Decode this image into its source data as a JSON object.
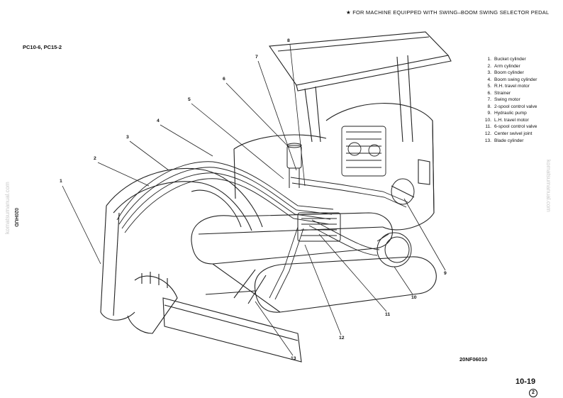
{
  "header": {
    "note": "★ FOR MACHINE EQUIPPED WITH SWING–BOOM SWING SELECTOR PEDAL",
    "models": "PC10-6, PC15-2"
  },
  "legend": [
    {
      "num": "1.",
      "label": "Bucket cylinder"
    },
    {
      "num": "2.",
      "label": "Arm cylinder"
    },
    {
      "num": "3.",
      "label": "Boom cylinder"
    },
    {
      "num": "4.",
      "label": "Boom swing cylinder"
    },
    {
      "num": "5.",
      "label": "R.H. travel motor"
    },
    {
      "num": "6.",
      "label": "Strainer"
    },
    {
      "num": "7.",
      "label": "Swing motor"
    },
    {
      "num": "8.",
      "label": "2-spool control valve"
    },
    {
      "num": "9.",
      "label": "Hydraulic pump"
    },
    {
      "num": "10.",
      "label": "L.H. travel motor"
    },
    {
      "num": "11.",
      "label": "6-spool control valve"
    },
    {
      "num": "12.",
      "label": "Center swivel joint"
    },
    {
      "num": "13.",
      "label": "Blade cylinder"
    }
  ],
  "callouts": [
    "1",
    "2",
    "3",
    "4",
    "5",
    "6",
    "7",
    "8",
    "9",
    "10",
    "11",
    "12",
    "13"
  ],
  "footer": {
    "figure_code": "20NF06010",
    "page_number": "10-19",
    "revision": "2"
  },
  "margin": {
    "side_code": "020HUD",
    "watermark": "komatsumanual.com"
  }
}
